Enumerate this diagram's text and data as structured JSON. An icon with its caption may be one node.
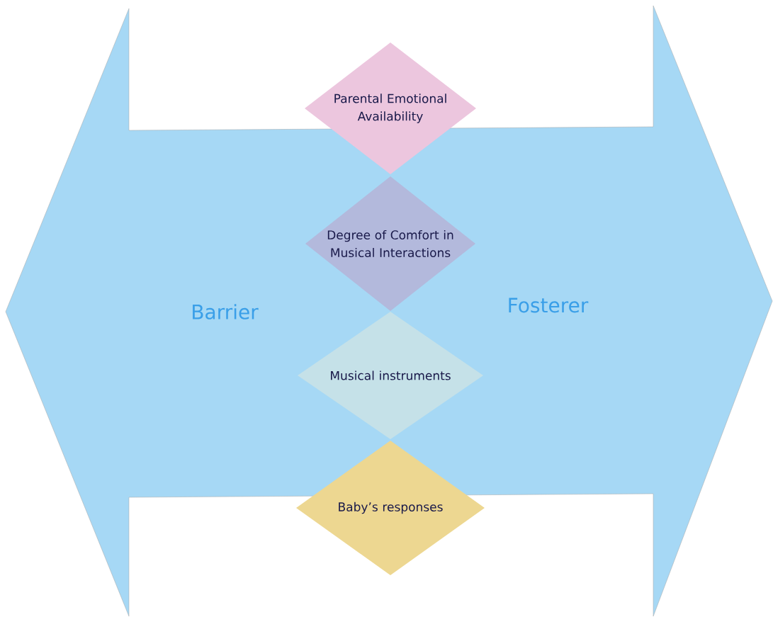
{
  "diagram": {
    "nodes": [
      {
        "text": [
          "Barrier",
          "Fosterer"
        ]
      },
      {
        "text": [
          "Parental Emotional Availability"
        ]
      },
      {
        "text": [
          "Degree of Comfort in Musical Interactions"
        ],
        "in": 0
      },
      {
        "text": [
          "Musical instruments"
        ],
        "in": 0
      },
      {
        "text": [
          "Baby’s responses"
        ]
      }
    ]
  }
}
